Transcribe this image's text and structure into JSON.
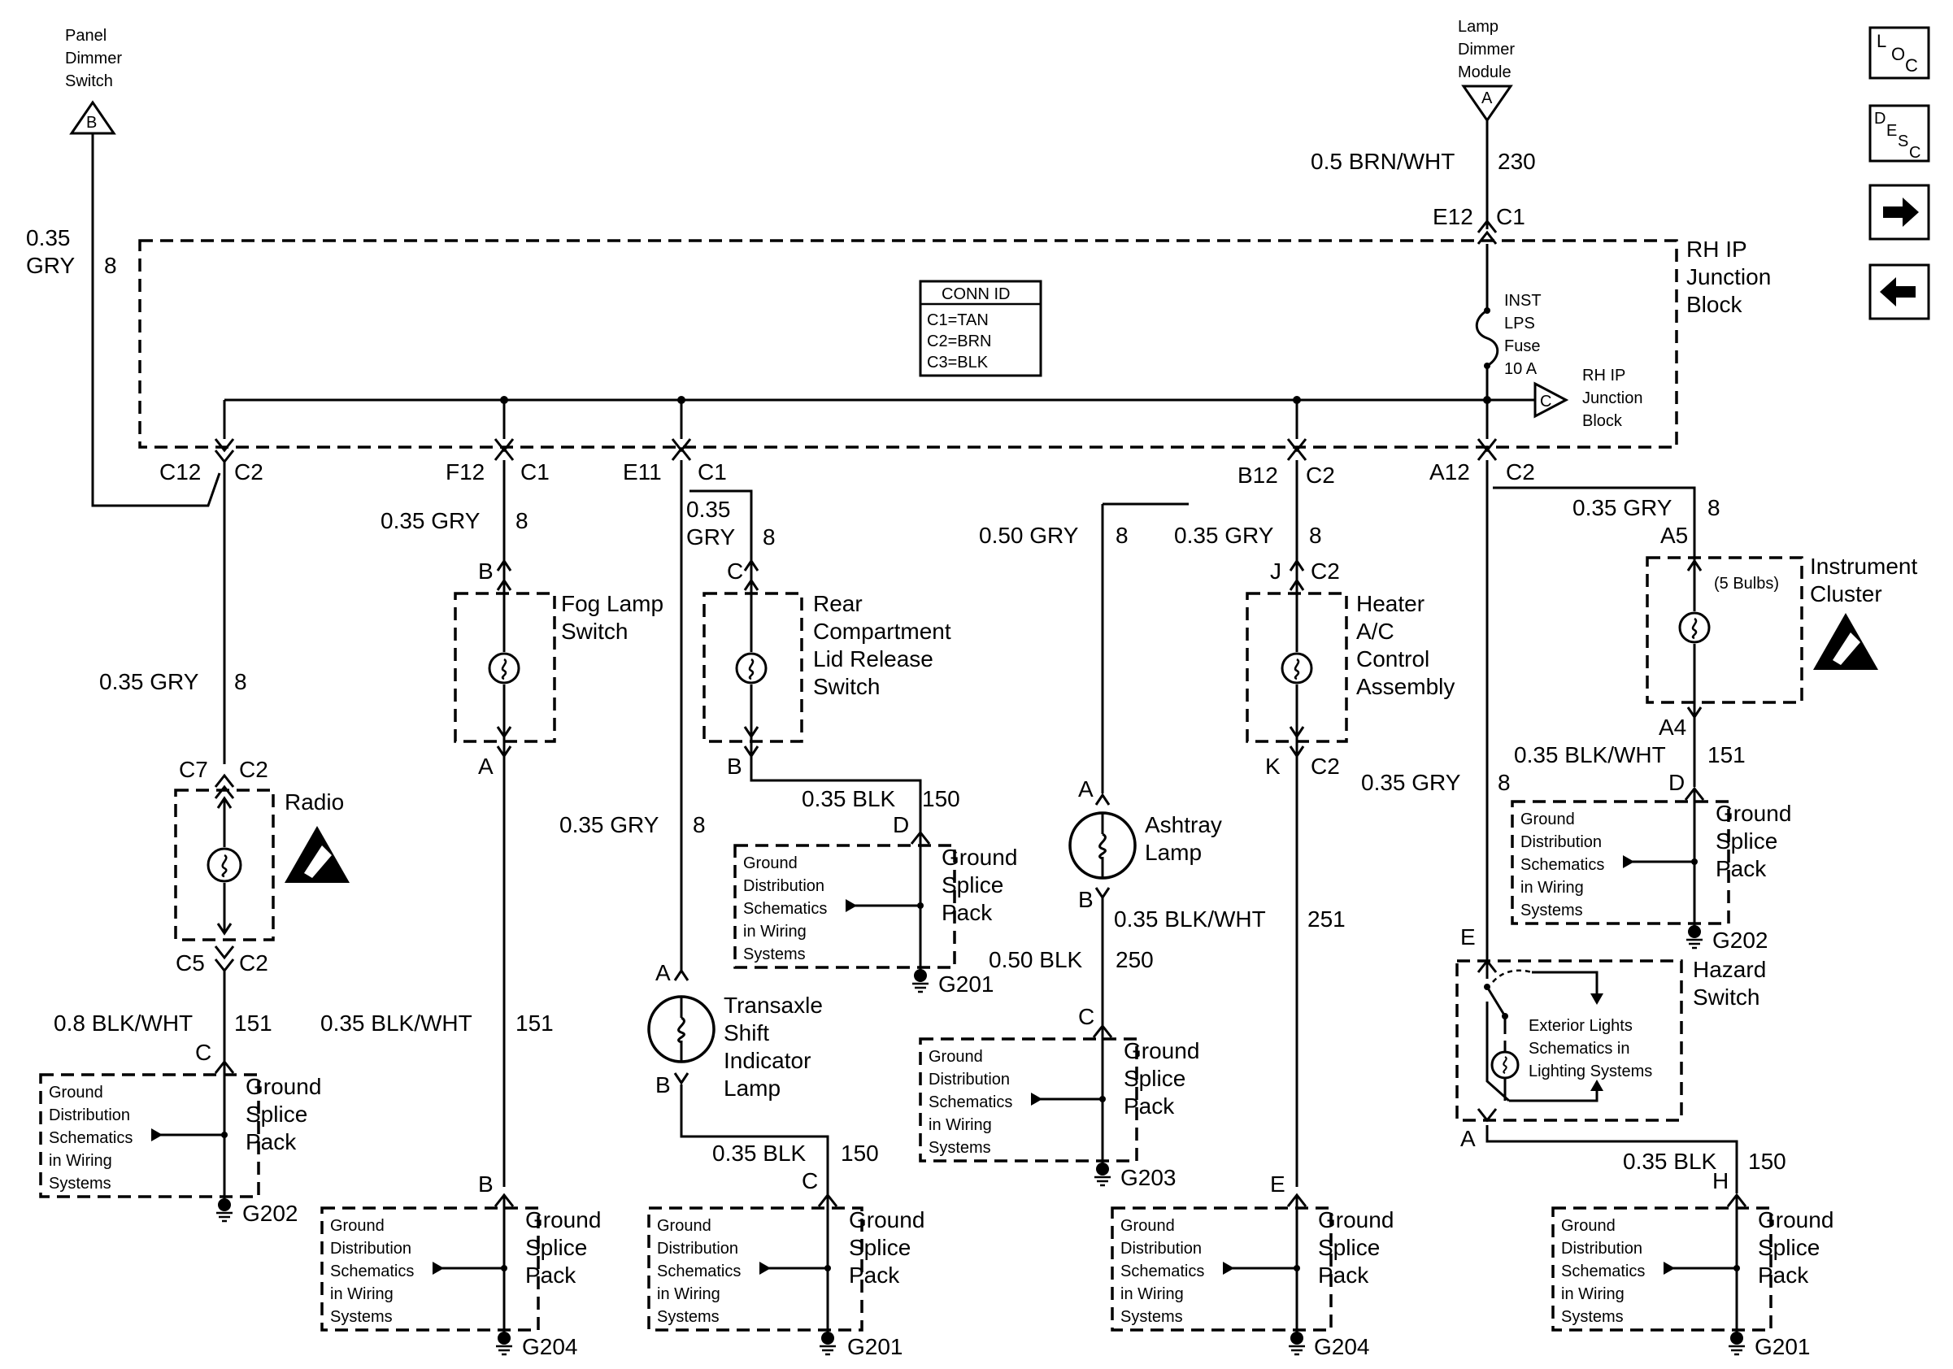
{
  "nav": {
    "loc": {
      "a": "L",
      "b": "O",
      "c": "C"
    },
    "desc": {
      "a": "D",
      "b": "E",
      "c": "S",
      "d": "C"
    },
    "next_icon": "arrow-right-icon",
    "prev_icon": "arrow-left-icon"
  },
  "sources": {
    "panel_dimmer": [
      "Panel",
      "Dimmer",
      "Switch"
    ],
    "panel_dimmer_tag": "B",
    "lamp_dimmer": [
      "Lamp",
      "Dimmer",
      "Module"
    ],
    "lamp_dimmer_tag": "A"
  },
  "junction_block": {
    "title": [
      "RH IP",
      "Junction",
      "Block"
    ],
    "fuse": [
      "INST",
      "LPS",
      "Fuse",
      "10 A"
    ],
    "conn_id": {
      "header": "CONN ID",
      "lines": [
        "C1=TAN",
        "C2=BRN",
        "C3=BLK"
      ]
    },
    "off_page": {
      "tag": "C",
      "label": [
        "RH IP",
        "Junction",
        "Block"
      ]
    }
  },
  "wires": {
    "brn_wht": {
      "color": "0.5 BRN/WHT",
      "circuit": "230"
    },
    "left_gry": {
      "size": "0.35",
      "color": "GRY",
      "circuit": "8"
    },
    "gry": {
      "color": "0.35 GRY",
      "circuit": "8"
    },
    "gry50": {
      "color": "0.50 GRY",
      "circuit": "8"
    },
    "blk_wht": {
      "color": "0.35 BLK/WHT",
      "circuit": "151"
    },
    "blk_wht08": {
      "color": "0.8 BLK/WHT",
      "circuit": "151"
    },
    "blk": {
      "color": "0.35 BLK",
      "circuit": "150"
    },
    "blk50": {
      "color": "0.50 BLK",
      "circuit": "250"
    },
    "ash_wht": {
      "color": "0.35 BLK/WHT",
      "circuit": "251"
    }
  },
  "connectors": {
    "e12": "E12",
    "c1": "C1",
    "c2": "C2",
    "c12": "C12",
    "f12": "F12",
    "e11": "E11",
    "b12": "B12",
    "a12": "A12",
    "c7": "C7",
    "c5": "C5",
    "a5": "A5",
    "a4": "A4",
    "j": "J",
    "k": "K",
    "pa": "A",
    "pb": "B",
    "pc": "C",
    "pd": "D",
    "pe": "E",
    "ph": "H"
  },
  "components": {
    "radio": "Radio",
    "fog": [
      "Fog Lamp",
      "Switch"
    ],
    "rear": [
      "Rear",
      "Compartment",
      "Lid Release",
      "Switch"
    ],
    "trans": [
      "Transaxle",
      "Shift",
      "Indicator",
      "Lamp"
    ],
    "ashtray": [
      "Ashtray",
      "Lamp"
    ],
    "heater": [
      "Heater",
      "A/C",
      "Control",
      "Assembly"
    ],
    "cluster": [
      "Instrument",
      "Cluster"
    ],
    "bulbs": "(5 Bulbs)",
    "hazard": [
      "Hazard",
      "Switch"
    ],
    "ext": [
      "Exterior Lights",
      "Schematics in",
      "Lighting Systems"
    ]
  },
  "ground_pack": {
    "label": [
      "Ground",
      "Splice",
      "Pack"
    ],
    "ref": [
      "Ground",
      "Distribution",
      "Schematics",
      "in Wiring",
      "Systems"
    ]
  },
  "grounds": {
    "g201": "G201",
    "g202": "G202",
    "g203": "G203",
    "g204": "G204"
  }
}
